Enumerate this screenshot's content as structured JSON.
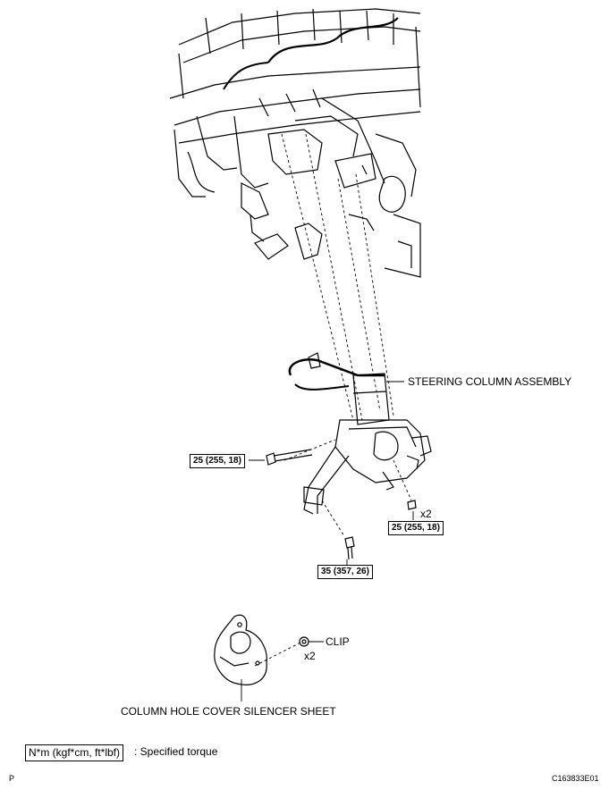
{
  "labels": {
    "steering_column_assembly": "STEERING COLUMN ASSEMBLY",
    "clip": "CLIP",
    "column_hole_cover": "COLUMN HOLE COVER SILENCER SHEET",
    "qty_bolts": "x2",
    "qty_clips": "x2"
  },
  "torques": {
    "left_bolt": "25 (255, 18)",
    "right_bolts": "25 (255, 18)",
    "lower_bolt": "35 (357, 26)"
  },
  "legend": {
    "units": "N*m (kgf*cm, ft*lbf)",
    "text": ": Specified torque"
  },
  "footer": {
    "page_marker": "P",
    "figure_id": "C163833E01"
  }
}
